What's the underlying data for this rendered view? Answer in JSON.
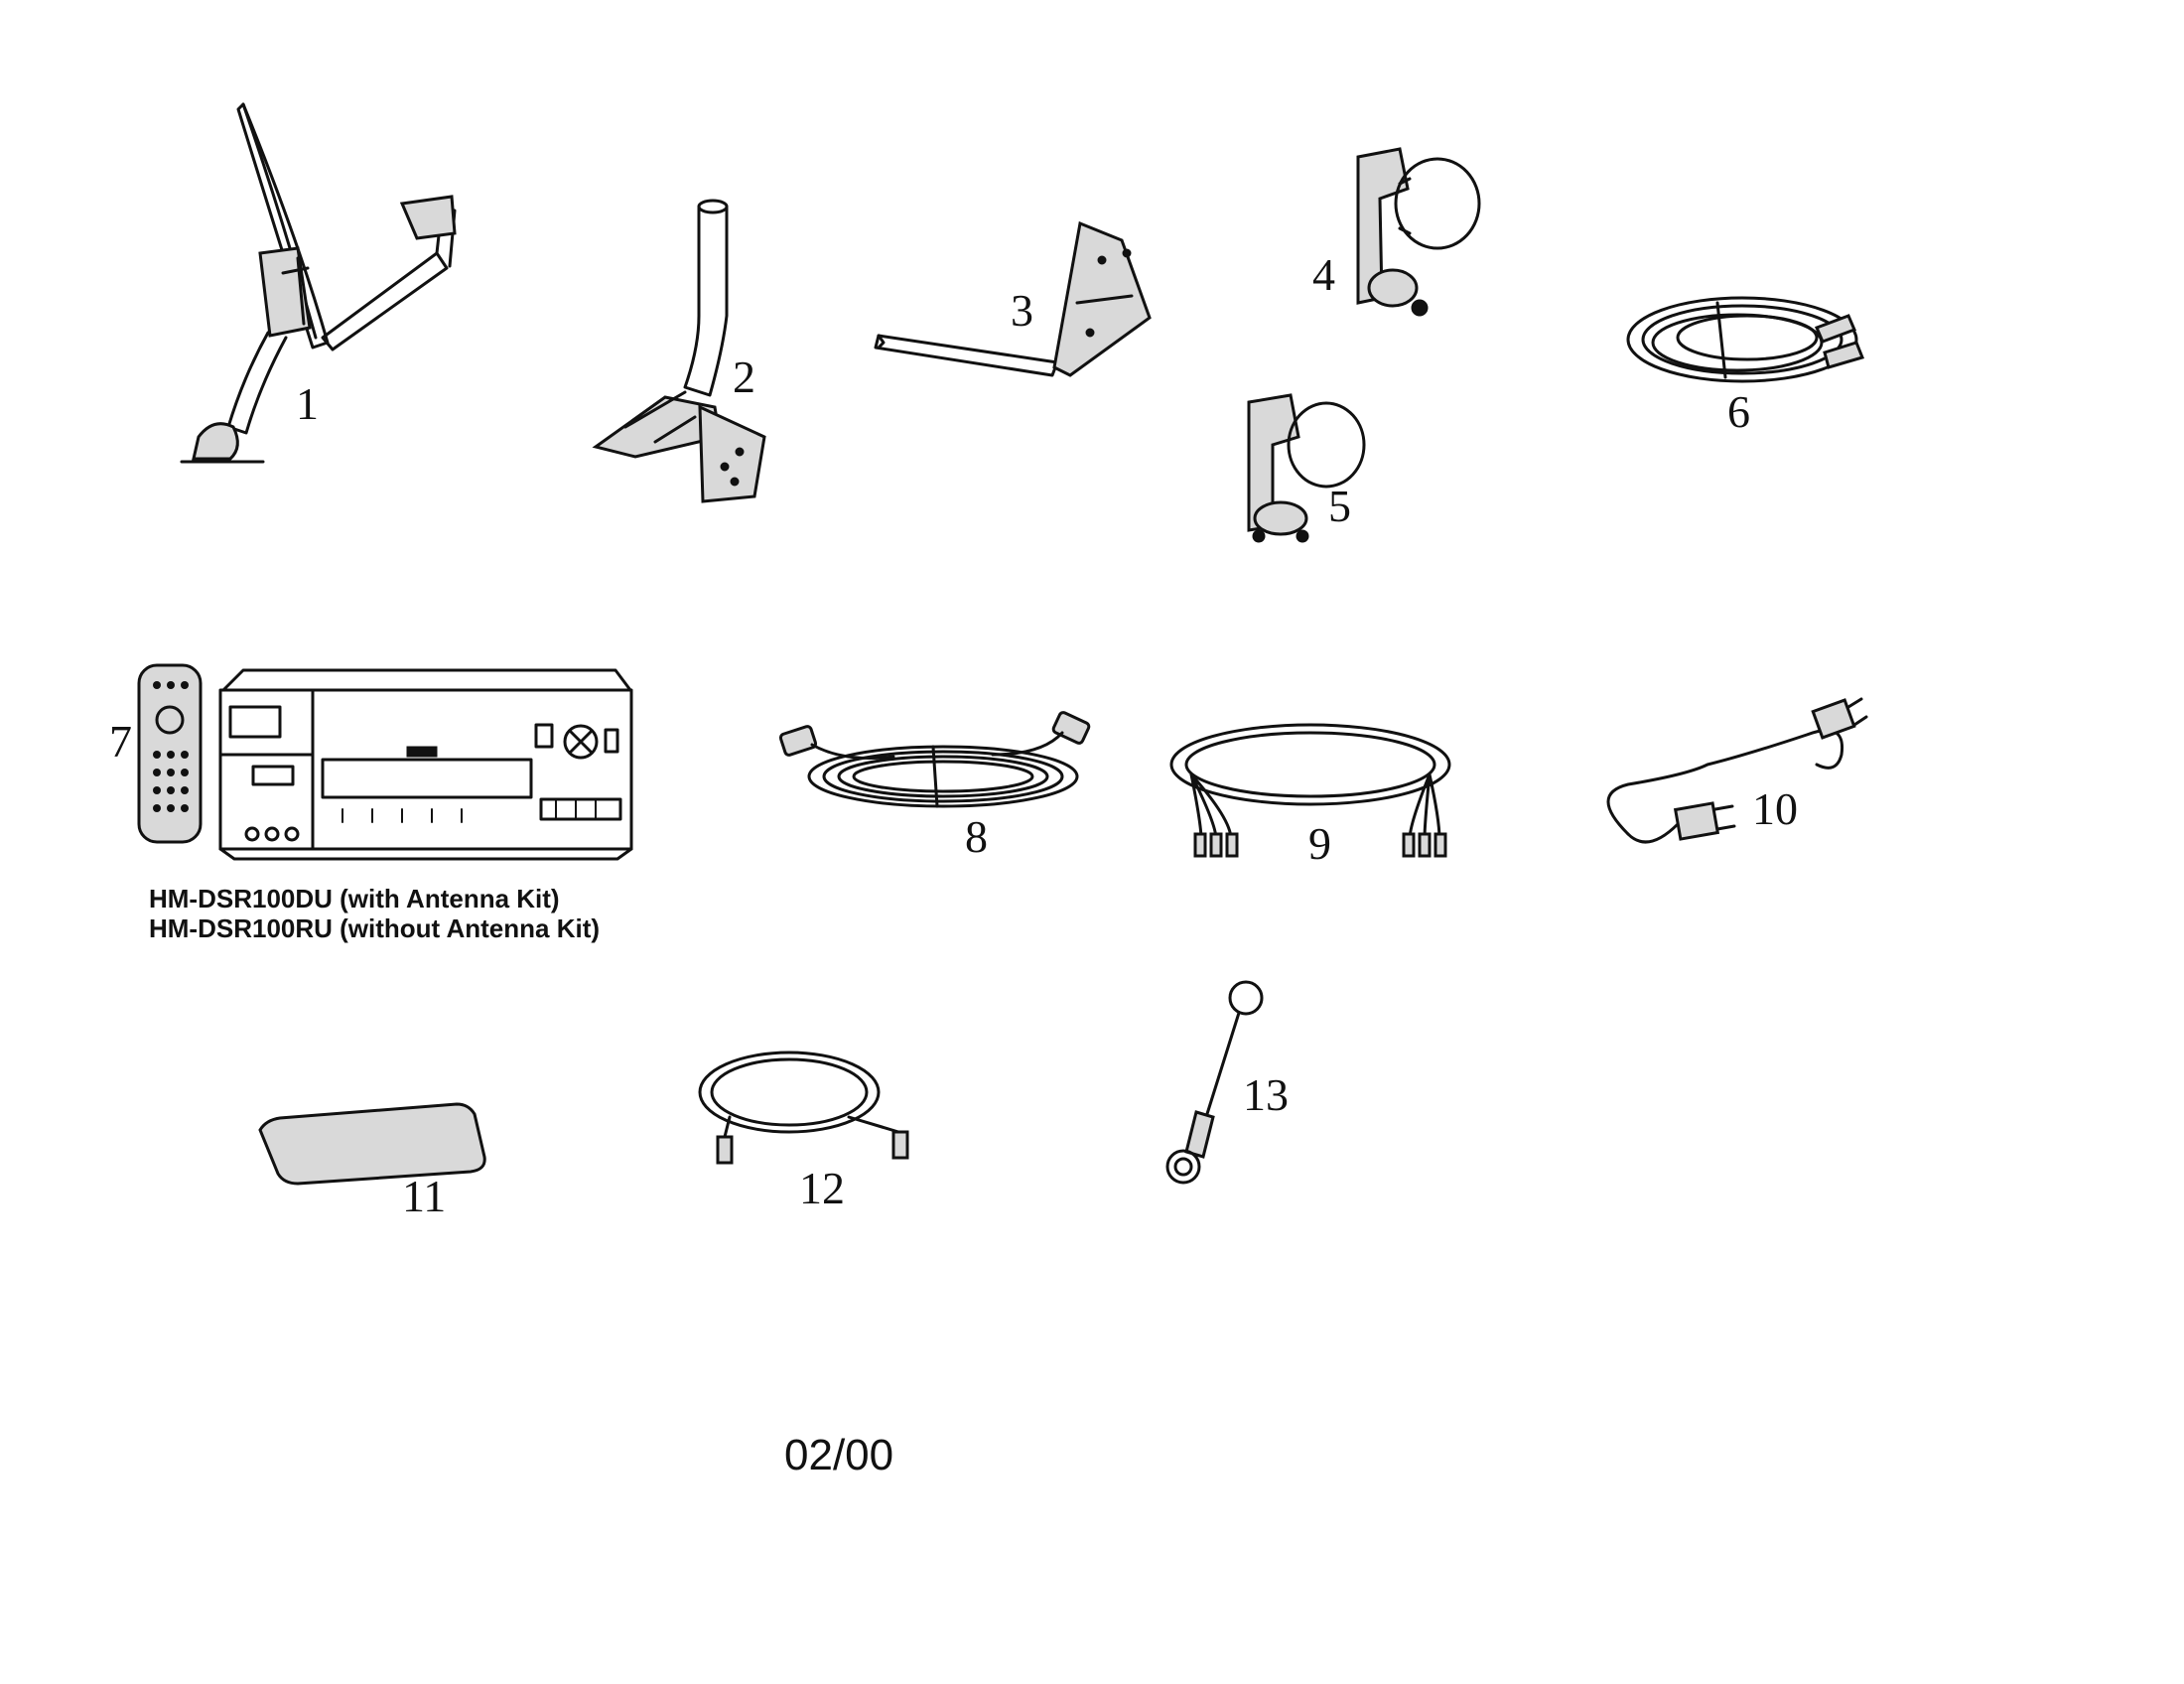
{
  "parts": [
    {
      "number": "1",
      "icon": "satellite-dish-icon"
    },
    {
      "number": "2",
      "icon": "mast-mount-icon"
    },
    {
      "number": "3",
      "icon": "lnb-support-arm-icon"
    },
    {
      "number": "4",
      "icon": "lnbf-single-icon"
    },
    {
      "number": "5",
      "icon": "lnbf-dual-icon"
    },
    {
      "number": "6",
      "icon": "coax-cable-icon"
    },
    {
      "number": "7",
      "icon": "receiver-and-remote-icon"
    },
    {
      "number": "8",
      "icon": "phone-cable-icon"
    },
    {
      "number": "9",
      "icon": "av-cable-icon"
    },
    {
      "number": "10",
      "icon": "power-cord-icon"
    },
    {
      "number": "11",
      "icon": "card-icon"
    },
    {
      "number": "12",
      "icon": "s-video-cable-icon"
    },
    {
      "number": "13",
      "icon": "level-tool-icon"
    }
  ],
  "models": [
    "HM-DSR100DU (with Antenna Kit)",
    "HM-DSR100RU (without Antenna Kit)"
  ],
  "date_code": "02/00"
}
